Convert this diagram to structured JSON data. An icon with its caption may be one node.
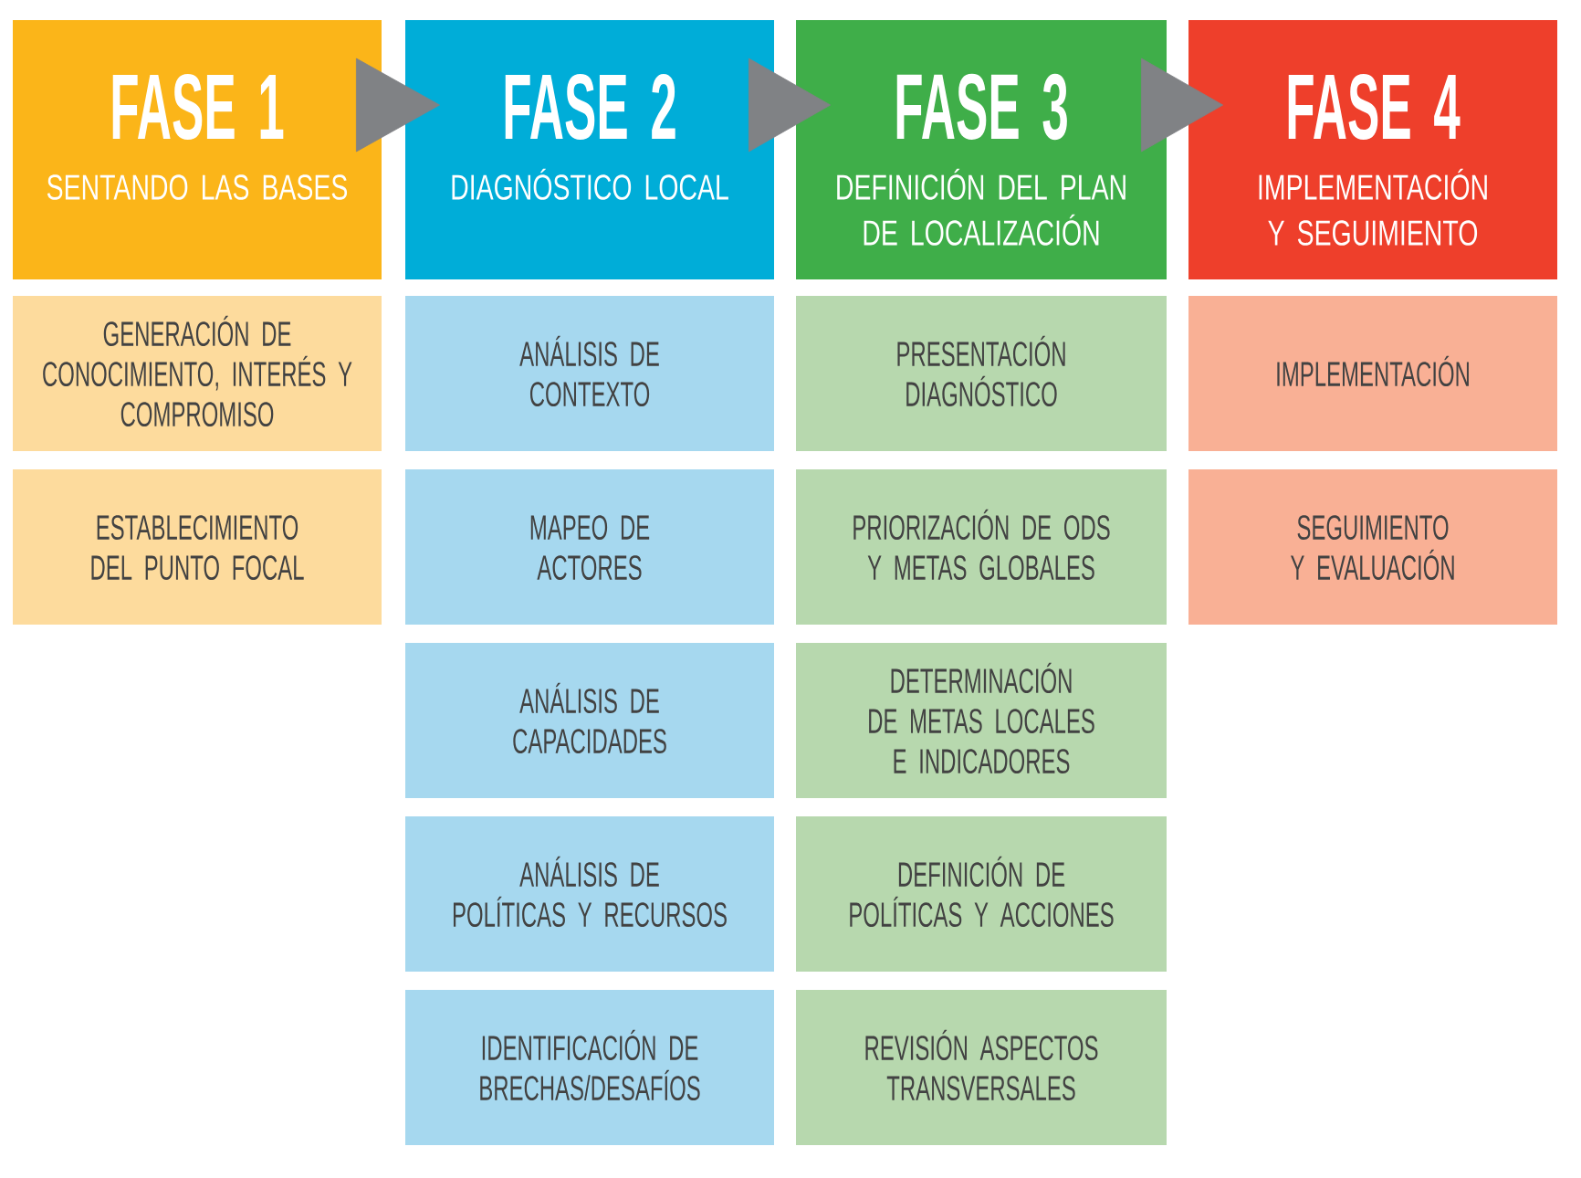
{
  "diagram": {
    "nodes": [
      {
        "text": [
          "FASE 1",
          "SENTANDO LAS BASES"
        ]
      },
      {
        "text": [
          "GENERACIÓN DE CONOCIMIENTO, INTERÉS Y COMPROMISO"
        ]
      },
      {
        "text": [
          "ESTABLECIMIENTO DEL PUNTO FOCAL"
        ]
      },
      {
        "text": [
          "FASE 2",
          "DIAGNÓSTICO LOCAL"
        ]
      },
      {
        "text": [
          "ANÁLISIS DE CONTEXTO"
        ]
      },
      {
        "text": [
          "MAPEO DE ACTORES"
        ]
      },
      {
        "text": [
          "ANÁLISIS DE CAPACIDADES"
        ]
      },
      {
        "text": [
          "ANÁLISIS DE POLÍTICAS Y RECURSOS"
        ]
      },
      {
        "text": [
          "IDENTIFICACIÓN DE BRECHAS/DESAFÍOS"
        ]
      },
      {
        "text": [
          "FASE 3",
          "DEFINICIÓN DEL PLAN DE LOCALIZACIÓN"
        ]
      },
      {
        "text": [
          "PRESENTACIÓN DIAGNÓSTICO"
        ]
      },
      {
        "text": [
          "PRIORIZACIÓN DE ODS Y METAS GLOBALES"
        ]
      },
      {
        "text": [
          "DETERMINACIÓN DE METAS LOCALES E INDICADORES"
        ]
      },
      {
        "text": [
          "DEFINICIÓN DE POLÍTICAS Y ACCIONES"
        ]
      },
      {
        "text": [
          "REVISIÓN ASPECTOS TRANSVERSALES"
        ]
      },
      {
        "text": [
          "FASE 4",
          "IMPLEMENTACIÓN Y SEGUIMIENTO"
        ]
      },
      {
        "text": [
          "IMPLEMENTACIÓN"
        ]
      },
      {
        "text": [
          "SEGUIMIENTO Y EVALUACIÓN"
        ]
      }
    ],
    "edges": [
      {
        "from": 0,
        "to": 3,
        "arrow": "to"
      },
      {
        "from": 3,
        "to": 9,
        "arrow": "to"
      },
      {
        "from": 9,
        "to": 15,
        "arrow": "to"
      }
    ]
  }
}
